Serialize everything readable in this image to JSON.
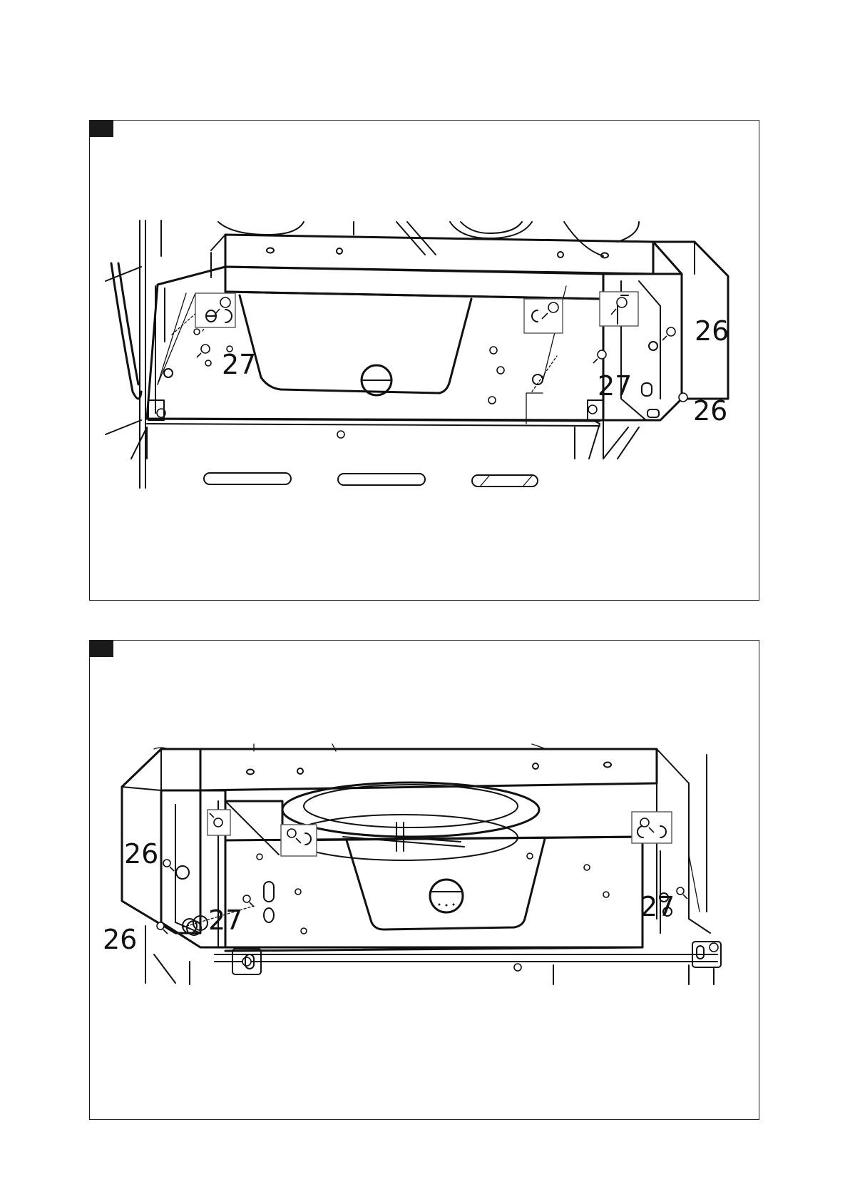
{
  "figures": [
    {
      "callouts": [
        {
          "id": "lbl-27-left",
          "text": "27"
        },
        {
          "id": "lbl-27-right",
          "text": "27"
        },
        {
          "id": "lbl-26-upper",
          "text": "26"
        },
        {
          "id": "lbl-26-lower",
          "text": "26"
        }
      ]
    },
    {
      "callouts": [
        {
          "id": "lbl-26-upper",
          "text": "26"
        },
        {
          "id": "lbl-26-lower",
          "text": "26"
        },
        {
          "id": "lbl-27-left",
          "text": "27"
        },
        {
          "id": "lbl-27-right",
          "text": "27"
        }
      ]
    }
  ],
  "colors": {
    "line": "#111111",
    "tab": "#1a1a1a",
    "background": "#ffffff"
  }
}
